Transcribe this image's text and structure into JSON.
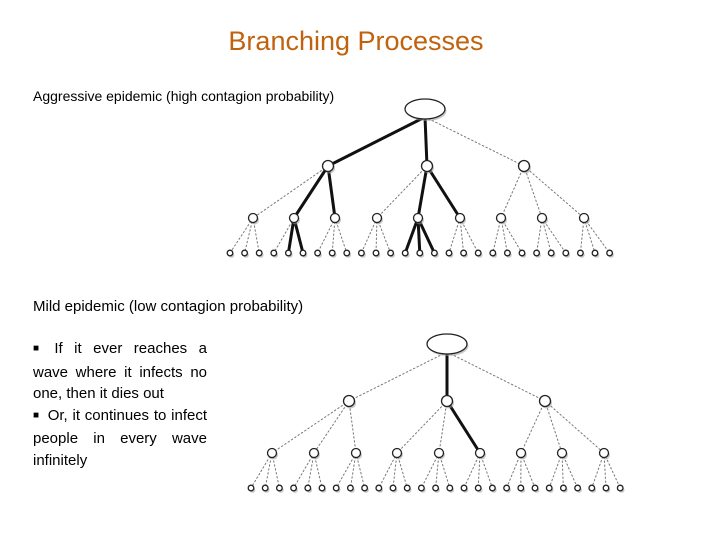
{
  "title": "Branching Processes",
  "aggressive": {
    "label": "Aggressive epidemic (high contagion probability)"
  },
  "mild": {
    "label": "Mild epidemic (low contagion probability)",
    "bullets": [
      "If it ever reaches a wave where it infects no one, then it dies out",
      "Or, it continues to infect people in every wave infinitely"
    ]
  },
  "colors": {
    "title": "#c0620e",
    "infected_edge": "#111111",
    "uninfected_edge": "#777777"
  }
}
